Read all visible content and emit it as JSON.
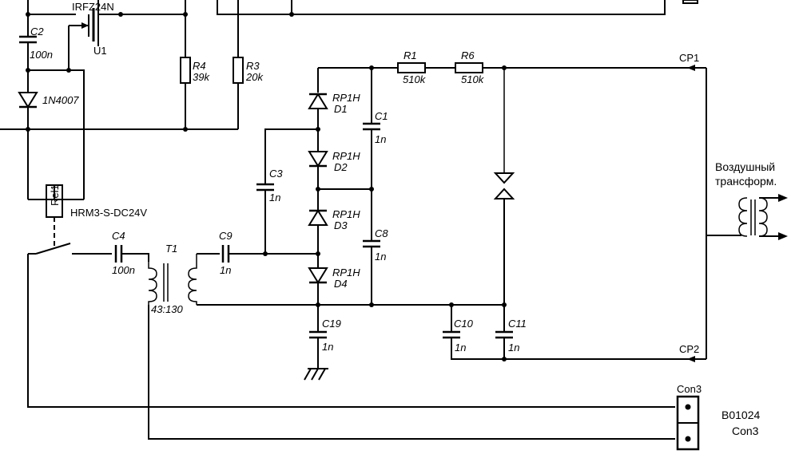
{
  "diagram_id": "B01024",
  "mosfet": {
    "part": "IRFZ24N",
    "ref": "U1"
  },
  "capacitors": {
    "C1": {
      "ref": "C1",
      "value": "1n"
    },
    "C2": {
      "ref": "C2",
      "value": "100n"
    },
    "C3": {
      "ref": "C3",
      "value": "1n"
    },
    "C4": {
      "ref": "C4",
      "value": "100n"
    },
    "C8": {
      "ref": "C8",
      "value": "1n"
    },
    "C9": {
      "ref": "C9",
      "value": "1n"
    },
    "C10": {
      "ref": "C10",
      "value": "1n"
    },
    "C11": {
      "ref": "C11",
      "value": "1n"
    },
    "C19": {
      "ref": "C19",
      "value": "1n"
    }
  },
  "resistors": {
    "R1": {
      "ref": "R1",
      "value": "510k"
    },
    "R3": {
      "ref": "R3",
      "value": "20k"
    },
    "R4": {
      "ref": "R4",
      "value": "39k"
    },
    "R6": {
      "ref": "R6",
      "value": "510k"
    }
  },
  "diodes": {
    "main": {
      "part": "1N4007"
    },
    "D1": {
      "part": "RP1H",
      "ref": "D1"
    },
    "D2": {
      "part": "RP1H",
      "ref": "D2"
    },
    "D3": {
      "part": "RP1H",
      "ref": "D3"
    },
    "D4": {
      "part": "RP1H",
      "ref": "D4"
    }
  },
  "relay": {
    "ref": "Rel1",
    "part": "HRM3-S-DC24V"
  },
  "transformer": {
    "ref": "T1",
    "ratio": "43:130"
  },
  "connectors": {
    "CP1": "CP1",
    "CP2": "CP2",
    "con3_label": "Con3",
    "con3_caption": "Con3"
  },
  "air_transformer": {
    "line1": "Воздушный",
    "line2": "трансформ."
  }
}
